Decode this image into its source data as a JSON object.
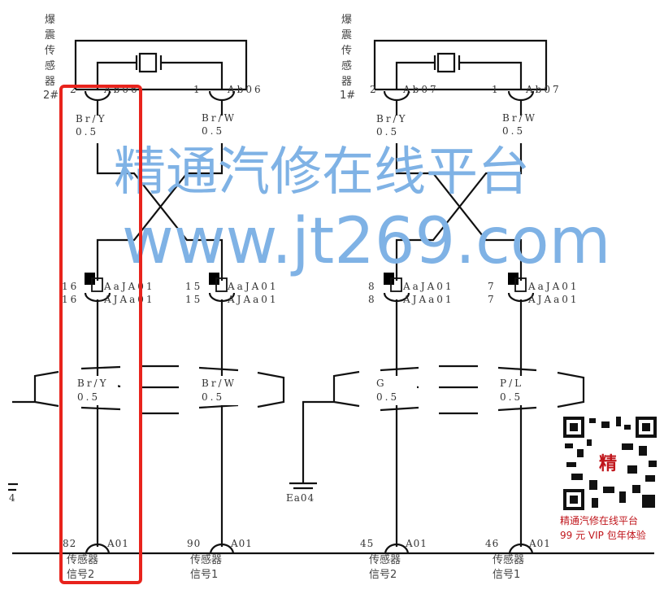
{
  "sensors": [
    {
      "title_chars": [
        "爆",
        "震",
        "传",
        "感",
        "器"
      ],
      "id": "2#",
      "pin_left": "2",
      "pin_right": "1",
      "connector": "Ab06",
      "wire_left": {
        "color": "Br/Y",
        "size": "0.5"
      },
      "wire_right": {
        "color": "Br/W",
        "size": "0.5"
      }
    },
    {
      "title_chars": [
        "爆",
        "震",
        "传",
        "感",
        "器"
      ],
      "id": "1#",
      "pin_left": "2",
      "pin_right": "1",
      "connector": "Ab07",
      "wire_left": {
        "color": "Br/Y",
        "size": "0.5"
      },
      "wire_right": {
        "color": "Br/W",
        "size": "0.5"
      }
    }
  ],
  "inline_connectors": [
    {
      "pin": "16",
      "top": "AaJA01",
      "bottom": "AJAa01"
    },
    {
      "pin": "15",
      "top": "AaJA01",
      "bottom": "AJAa01"
    },
    {
      "pin": "8",
      "top": "AaJA01",
      "bottom": "AJAa01"
    },
    {
      "pin": "7",
      "top": "AaJA01",
      "bottom": "AJAa01"
    }
  ],
  "shield_wires": [
    {
      "color": "Br/Y",
      "size": "0.5"
    },
    {
      "color": "Br/W",
      "size": "0.5"
    },
    {
      "color": "G",
      "size": "0.5"
    },
    {
      "color": "P/L",
      "size": "0.5"
    }
  ],
  "grounds": [
    {
      "label": "Ea04"
    },
    {
      "label": "4"
    }
  ],
  "ecu_pins": [
    {
      "pin": "82",
      "connector": "A01",
      "line1": "传感器",
      "line2": "信号2"
    },
    {
      "pin": "90",
      "connector": "A01",
      "line1": "传感器",
      "line2": "信号1"
    },
    {
      "pin": "45",
      "connector": "A01",
      "line1": "传感器",
      "line2": "信号2"
    },
    {
      "pin": "46",
      "connector": "A01",
      "line1": "传感器",
      "line2": "信号1"
    }
  ],
  "watermark": {
    "line1": "精通汽修在线平台",
    "line2": "www.jt269.com"
  },
  "promo": {
    "qr_char": "精",
    "line1": "精通汽修在线平台",
    "line2": "99 元 VIP 包年体验"
  },
  "colors": {
    "highlight": "#e8231c",
    "watermark": "#7fb2e5",
    "promo": "#c0161c"
  }
}
